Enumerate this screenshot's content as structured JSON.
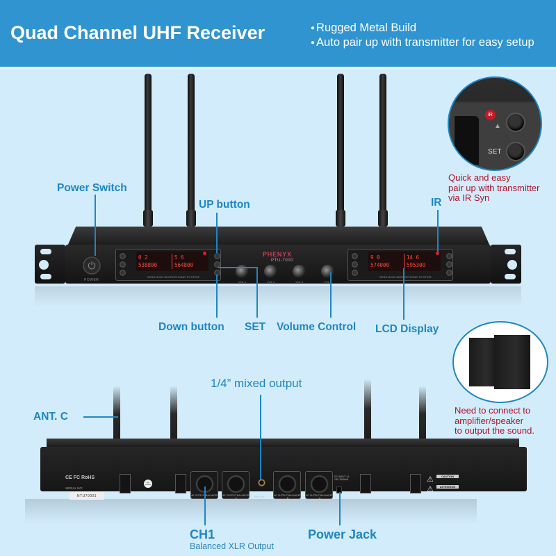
{
  "header": {
    "title": "Quad Channel UHF Receiver",
    "bullets": [
      "Rugged Metal Build",
      "Auto pair up with transmitter for easy setup"
    ]
  },
  "front_labels": {
    "power_switch": "Power Switch",
    "up_button": "UP button",
    "ir": "IR",
    "down_button": "Down button",
    "set": "SET",
    "volume_control": "Volume Control",
    "lcd_display": "LCD Display"
  },
  "ir_callout": {
    "badge": "iR",
    "set_label": "SET",
    "note_lines": [
      "Quick and easy",
      "pair up with transmitter",
      "via IR Syn"
    ]
  },
  "speaker_callout": {
    "note_lines": [
      "Need to connect to",
      "amplifier/speaker",
      "to output the sound."
    ]
  },
  "device_front": {
    "brand": "PHENYX",
    "model": "PTU-7000",
    "power_label": "POWER",
    "panel_caption": "WIRELESS MICROPHONE SYSTEM",
    "button_labels": {
      "set": "SET"
    },
    "panels": [
      {
        "channels": [
          {
            "group": "0 2",
            "freq": "538800"
          },
          {
            "group": "5 6",
            "freq": "564800"
          }
        ]
      },
      {
        "channels": [
          {
            "group": "9 0",
            "freq": "574000"
          },
          {
            "group": "14 6",
            "freq": "595300"
          }
        ]
      }
    ],
    "knobs": [
      "VOL 1",
      "VOL 2",
      "VOL 3",
      "VOL 4"
    ]
  },
  "back_labels": {
    "mixed_output": "1/4” mixed output",
    "ant_c": "ANT. C",
    "ch1": "CH1",
    "ch1_sub": "Balanced XLR Output",
    "power_jack": "Power Jack"
  },
  "device_back": {
    "certifications": "CE FC RoHS",
    "serial_label": "SERIAL NO:",
    "serial_value": "NTU70001",
    "qc_badge": "QC PASS",
    "xlr_outputs": [
      "AF OUTPUT BALANCED D",
      "AF OUTPUT BALANCED C",
      "AF OUTPUT BALANCED B",
      "AF OUTPUT BALANCED A"
    ],
    "mix_out": "MIX OUT",
    "dc_input": "DC INPUT 12-18V 1000mA",
    "warnings": [
      "CAUTION",
      "ATTENTION"
    ]
  }
}
